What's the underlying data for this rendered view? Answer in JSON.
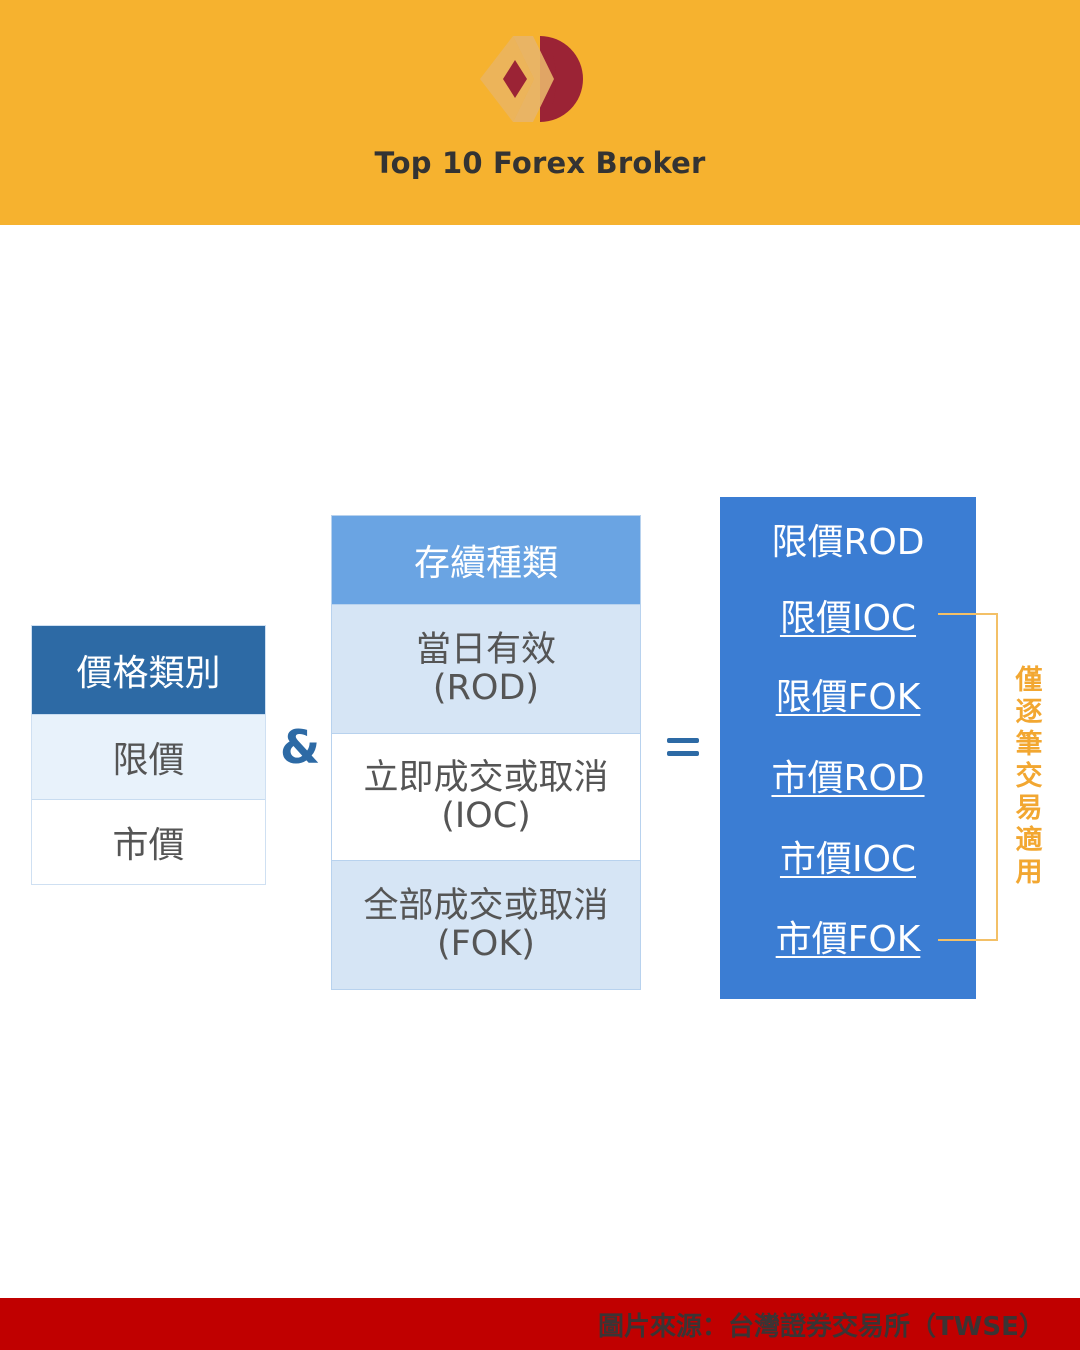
{
  "header": {
    "brand": "Top 10 Forex Broker",
    "logo_icon": "diamond-d-logo-icon",
    "colors": {
      "background": "#f6b22f",
      "logo_red": "#9b2335",
      "logo_gold": "#e8b46a"
    }
  },
  "price_table": {
    "header": "價格類別",
    "rows": [
      "限價",
      "市價"
    ],
    "colors": {
      "header_bg": "#2d6aa5"
    }
  },
  "operator_and": "&",
  "tif_table": {
    "header": "存續種類",
    "rows": [
      {
        "label": "當日有效",
        "code": "(ROD)"
      },
      {
        "label": "立即成交或取消",
        "code": "(IOC)"
      },
      {
        "label": "全部成交或取消",
        "code": "(FOK)"
      }
    ],
    "colors": {
      "header_bg": "#6aa4e3",
      "row_bg": "#d6e5f5"
    }
  },
  "operator_equals": "=",
  "results": {
    "items": [
      "限價ROD",
      "限價IOC",
      "限價FOK",
      "市價ROD",
      "市價IOC",
      "市價FOK"
    ],
    "colors": {
      "box_bg": "#3b7dd3"
    }
  },
  "bracket_note": {
    "text": "僅逐筆交易適用",
    "color": "#f2a731"
  },
  "footer": {
    "source": "圖片來源：台灣證券交易所（TWSE）",
    "colors": {
      "background": "#c00000"
    }
  }
}
